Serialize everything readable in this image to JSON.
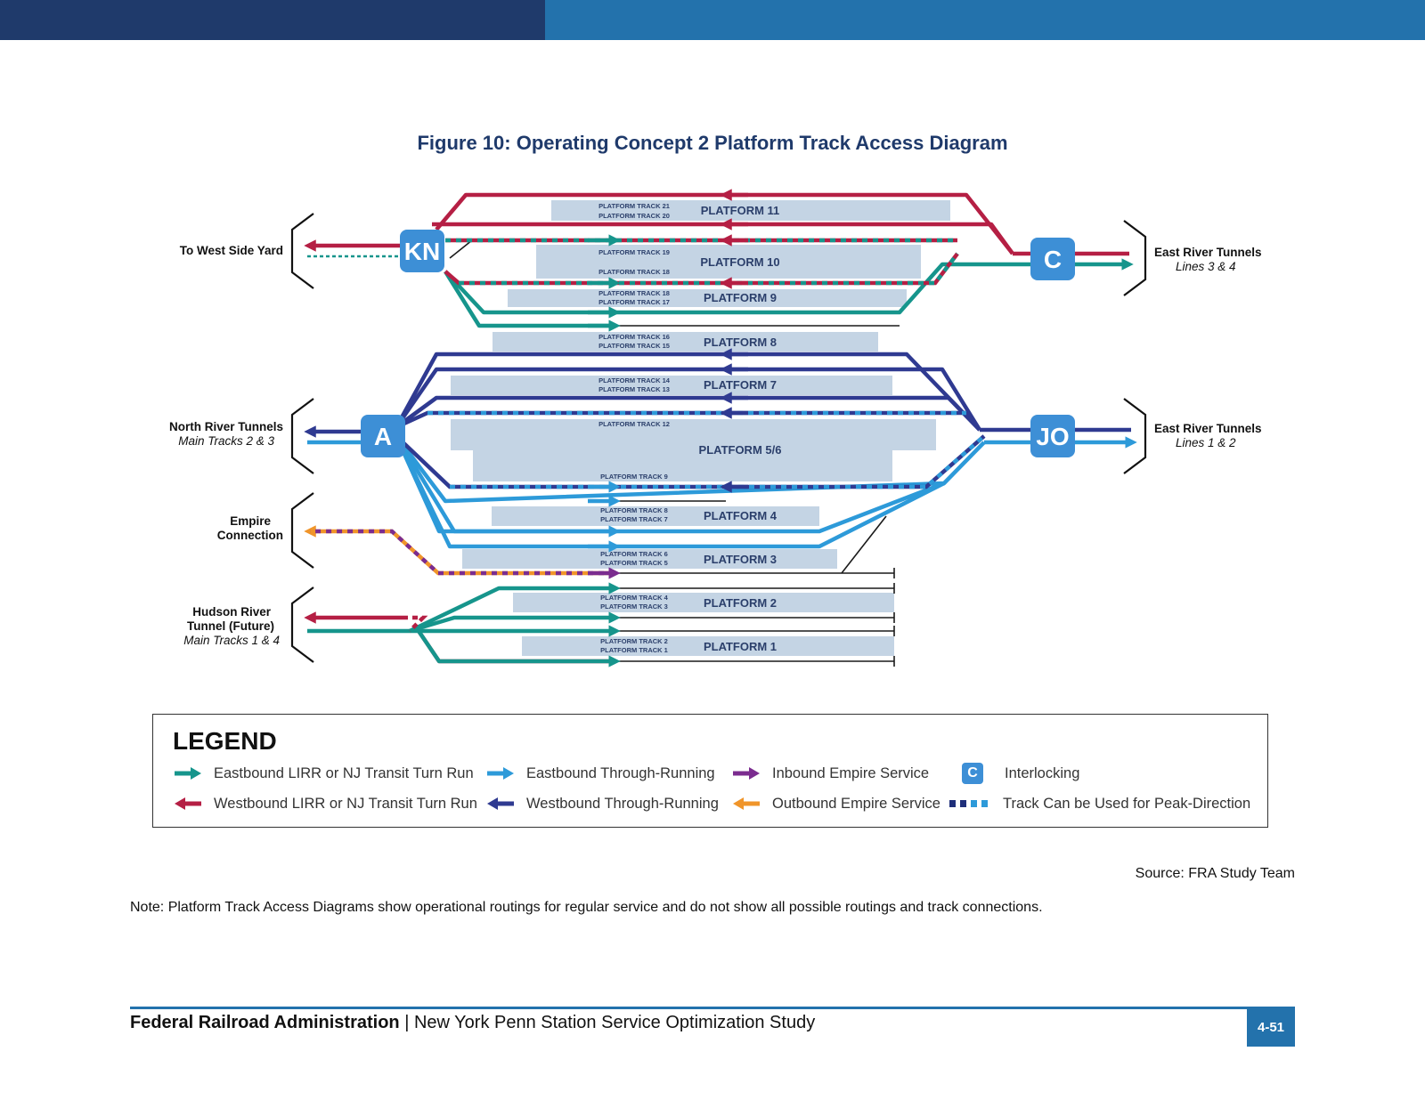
{
  "figure_title": "Figure 10: Operating Concept 2 Platform Track Access Diagram",
  "colors": {
    "header_dark": "#1f3a6b",
    "header_blue": "#2372ac",
    "eastbound_turn": "#16958c",
    "westbound_turn": "#b51f44",
    "eastbound_through": "#2d9ad9",
    "westbound_through": "#2f3a91",
    "inbound_empire": "#7b2c8f",
    "outbound_empire": "#f0952a",
    "platform_fill": "#c4d4e4",
    "interlocking": "#3d8fd6"
  },
  "interlockings": [
    "KN",
    "C",
    "A",
    "JO"
  ],
  "endpoints": {
    "west_side_yard": "To West Side Yard",
    "north_river_title": "North River Tunnels",
    "north_river_sub": "Main Tracks 2 & 3",
    "empire_line1": "Empire",
    "empire_line2": "Connection",
    "hudson_line1": "Hudson River",
    "hudson_line2": "Tunnel (Future)",
    "hudson_sub": "Main Tracks 1 & 4",
    "east_river_34_title": "East River Tunnels",
    "east_river_34_sub": "Lines 3 & 4",
    "east_river_12_title": "East River Tunnels",
    "east_river_12_sub": "Lines 1 & 2"
  },
  "platforms": [
    {
      "name": "PLATFORM 11",
      "tracks": [
        "PLATFORM TRACK 21",
        "PLATFORM TRACK 20"
      ]
    },
    {
      "name": "PLATFORM 10",
      "tracks": [
        "PLATFORM TRACK 19",
        "PLATFORM TRACK 18"
      ]
    },
    {
      "name": "PLATFORM 9",
      "tracks": [
        "PLATFORM TRACK 18",
        "PLATFORM TRACK 17"
      ]
    },
    {
      "name": "PLATFORM 8",
      "tracks": [
        "PLATFORM TRACK 16",
        "PLATFORM TRACK 15"
      ]
    },
    {
      "name": "PLATFORM 7",
      "tracks": [
        "PLATFORM TRACK 14",
        "PLATFORM TRACK 13"
      ]
    },
    {
      "name": "PLATFORM 5/6",
      "tracks": [
        "PLATFORM TRACK 12",
        "PLATFORM TRACK 9"
      ]
    },
    {
      "name": "PLATFORM 4",
      "tracks": [
        "PLATFORM TRACK 8",
        "PLATFORM TRACK 7"
      ]
    },
    {
      "name": "PLATFORM 3",
      "tracks": [
        "PLATFORM TRACK 6",
        "PLATFORM TRACK 5"
      ]
    },
    {
      "name": "PLATFORM 2",
      "tracks": [
        "PLATFORM TRACK 4",
        "PLATFORM TRACK 3"
      ]
    },
    {
      "name": "PLATFORM 1",
      "tracks": [
        "PLATFORM TRACK 2",
        "PLATFORM TRACK 1"
      ]
    }
  ],
  "legend": {
    "title": "LEGEND",
    "eastbound_turn": "Eastbound LIRR or NJ Transit Turn Run",
    "westbound_turn": "Westbound LIRR or NJ Transit Turn Run",
    "eastbound_through": "Eastbound Through-Running",
    "westbound_through": "Westbound Through-Running",
    "inbound_empire": "Inbound Empire Service",
    "outbound_empire": "Outbound Empire Service",
    "interlocking_symbol": "C",
    "interlocking": "Interlocking",
    "peak_direction": "Track Can be Used for Peak-Direction"
  },
  "source": "Source: FRA Study Team",
  "note": "Note: Platform Track Access Diagrams show operational routings for regular service and do not show all possible routings and track connections.",
  "footer": {
    "agency": "Federal Railroad Administration",
    "separator": " | ",
    "study": "New York Penn Station Service Optimization Study",
    "page": "4-51"
  }
}
